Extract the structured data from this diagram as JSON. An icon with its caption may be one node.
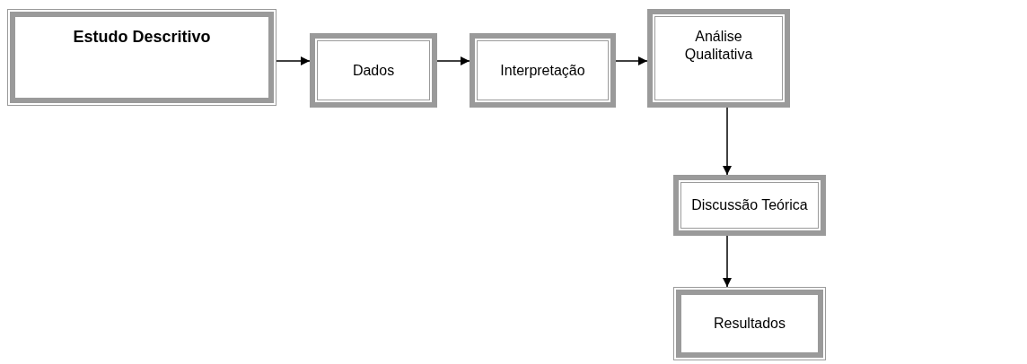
{
  "diagram": {
    "nodes": [
      {
        "text": [
          "Estudo Descritivo"
        ]
      },
      {
        "text": [
          "Dados"
        ]
      },
      {
        "text": [
          "Interpretação"
        ]
      },
      {
        "text": [
          "Análise Qualitativa"
        ]
      },
      {
        "text": [
          "Discussão Teórica"
        ]
      },
      {
        "text": [
          "Resultados"
        ]
      }
    ],
    "edges": [
      {
        "from": 0,
        "to": 1,
        "arrow": "to"
      },
      {
        "from": 1,
        "to": 2,
        "arrow": "to"
      },
      {
        "from": 2,
        "to": 3,
        "arrow": "to"
      },
      {
        "from": 3,
        "to": 4,
        "arrow": "to"
      },
      {
        "from": 4,
        "to": 5,
        "arrow": "to"
      }
    ]
  }
}
